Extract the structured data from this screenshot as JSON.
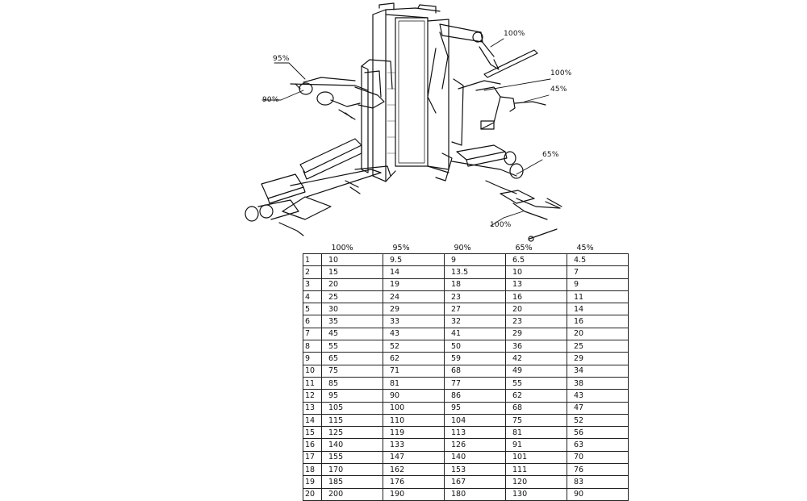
{
  "callouts": {
    "top_right": "100%",
    "left_upper": "95%",
    "left_lower": "90%",
    "right_mid": "100%",
    "right_lower": "45%",
    "right_bottom": "65%",
    "bottom": "100%"
  },
  "table": {
    "headers": [
      "100%",
      "95%",
      "90%",
      "65%",
      "45%"
    ],
    "rows": [
      [
        "1",
        "10",
        "9.5",
        "9",
        "6.5",
        "4.5"
      ],
      [
        "2",
        "15",
        "14",
        "13.5",
        "10",
        "7"
      ],
      [
        "3",
        "20",
        "19",
        "18",
        "13",
        "9"
      ],
      [
        "4",
        "25",
        "24",
        "23",
        "16",
        "11"
      ],
      [
        "5",
        "30",
        "29",
        "27",
        "20",
        "14"
      ],
      [
        "6",
        "35",
        "33",
        "32",
        "23",
        "16"
      ],
      [
        "7",
        "45",
        "43",
        "41",
        "29",
        "20"
      ],
      [
        "8",
        "55",
        "52",
        "50",
        "36",
        "25"
      ],
      [
        "9",
        "65",
        "62",
        "59",
        "42",
        "29"
      ],
      [
        "10",
        "75",
        "71",
        "68",
        "49",
        "34"
      ],
      [
        "11",
        "85",
        "81",
        "77",
        "55",
        "38"
      ],
      [
        "12",
        "95",
        "90",
        "86",
        "62",
        "43"
      ],
      [
        "13",
        "105",
        "100",
        "95",
        "68",
        "47"
      ],
      [
        "14",
        "115",
        "110",
        "104",
        "75",
        "52"
      ],
      [
        "15",
        "125",
        "119",
        "113",
        "81",
        "56"
      ],
      [
        "16",
        "140",
        "133",
        "126",
        "91",
        "63"
      ],
      [
        "17",
        "155",
        "147",
        "140",
        "101",
        "70"
      ],
      [
        "18",
        "170",
        "162",
        "153",
        "111",
        "76"
      ],
      [
        "19",
        "185",
        "176",
        "167",
        "120",
        "83"
      ],
      [
        "20",
        "200",
        "190",
        "180",
        "130",
        "90"
      ]
    ]
  }
}
